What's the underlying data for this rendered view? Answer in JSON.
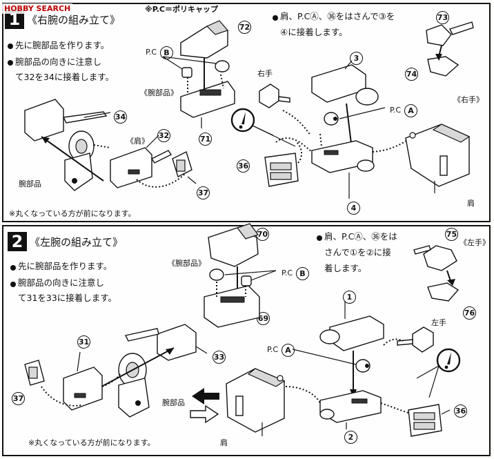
{
  "watermark": "HOBBY SEARCH",
  "step1": {
    "number": "1",
    "title": "《右腕の組み立て》",
    "instructions": [
      "先に腕部品を作ります。",
      "腕部品の向きに注意し",
      "て32を34に接着します。"
    ],
    "polycap_note": "※P.C＝ポリキャップ",
    "assembly_note_lines": [
      "肩、P.CⒶ、㊱をはさんで③を",
      "④に接着します。"
    ],
    "footnote": "※丸くなっている方が前になります。",
    "labels": {
      "pc_b": "P.C",
      "pc_b_letter": "B",
      "arm_part": "《腕部品》",
      "shoulder": "《肩》",
      "arm_part_plain": "腕部品",
      "right_hand": "右手",
      "right_hand_bracket": "《右手》",
      "pc_a": "P.C",
      "pc_a_letter": "A",
      "shoulder_plain": "肩"
    },
    "parts": [
      "72",
      "71",
      "34",
      "32",
      "37",
      "36",
      "3",
      "4",
      "73",
      "74"
    ]
  },
  "step2": {
    "number": "2",
    "title": "《左腕の組み立て》",
    "instructions": [
      "先に腕部品を作ります。",
      "腕部品の向きに注意し",
      "て31を33に接着します。"
    ],
    "assembly_note_lines": [
      "肩、P.CⒶ、㊱をは",
      "さんで①を②に接",
      "着します。"
    ],
    "footnote": "※丸くなっている方が前になります。",
    "labels": {
      "arm_part": "《腕部品》",
      "pc_b": "P.C",
      "pc_b_letter": "B",
      "left_hand_bracket": "《左手》",
      "left_hand": "左手",
      "pc_a": "P.C",
      "pc_a_letter": "A",
      "arm_part_plain": "腕部品",
      "shoulder_plain": "肩"
    },
    "parts": [
      "70",
      "69",
      "31",
      "33",
      "37",
      "1",
      "2",
      "75",
      "76",
      "36"
    ]
  }
}
